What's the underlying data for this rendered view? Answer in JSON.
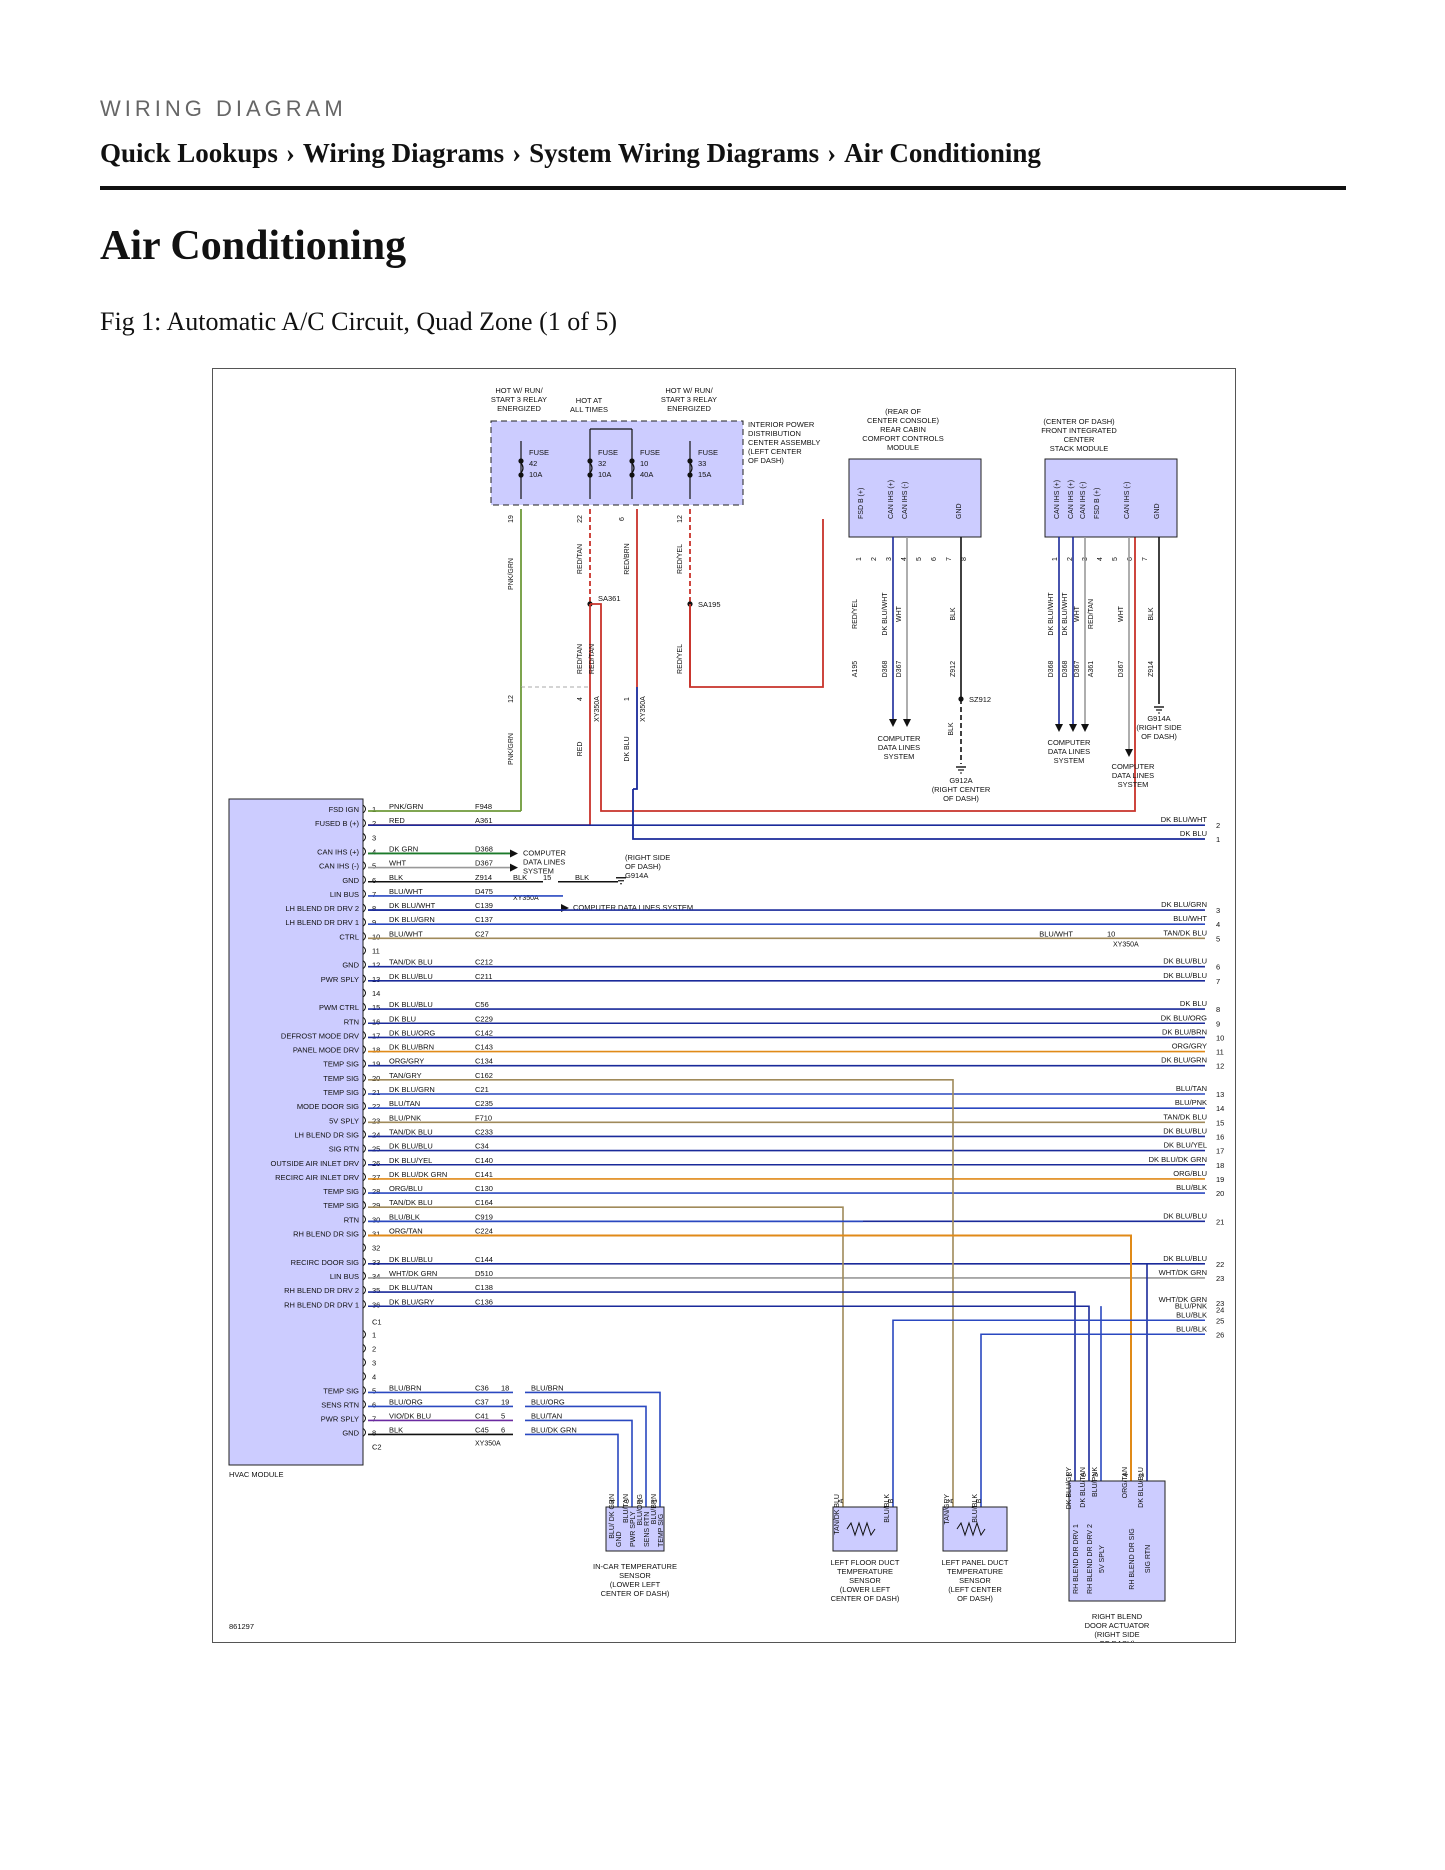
{
  "page": {
    "eyebrow": "WIRING DIAGRAM",
    "breadcrumb": [
      "Quick Lookups",
      "Wiring Diagrams",
      "System Wiring Diagrams",
      "Air Conditioning"
    ],
    "breadcrumb_separator": "›",
    "title": "Air Conditioning",
    "figure_caption": "Fig 1: Automatic A/C Circuit, Quad Zone (1 of 5)"
  },
  "diagram": {
    "figure_id": "861297",
    "power_labels": [
      "HOT W/ RUN/\nSTART 3 RELAY\nENERGIZED",
      "HOT AT\nALL TIMES",
      "HOT W/ RUN/\nSTART 3 RELAY\nENERGIZED"
    ],
    "ipdc_label": "INTERIOR POWER\nDISTRIBUTION\nCENTER ASSEMBLY\n(LEFT CENTER\nOF DASH)",
    "fuses": [
      {
        "name": "FUSE",
        "number": "42",
        "rating": "10A",
        "pin": "19"
      },
      {
        "name": "FUSE",
        "number": "32",
        "rating": "10A",
        "pin": "22"
      },
      {
        "name": "FUSE",
        "number": "10",
        "rating": "40A",
        "pin": "6"
      },
      {
        "name": "FUSE",
        "number": "33",
        "rating": "15A",
        "pin": "12"
      }
    ],
    "rear_module": {
      "label": "(REAR OF\nCENTER CONSOLE)\nREAR CABIN\nCOMFORT CONTROLS\nMODULE",
      "pins": [
        "FSD B (+)",
        "CAN IHS (+)",
        "CAN IHS (-)",
        "GND"
      ],
      "pin_numbers": [
        "1",
        "2",
        "3",
        "4",
        "5",
        "6",
        "7",
        "8"
      ],
      "wires": [
        "RED/YEL",
        "DK BLU/WHT",
        "WHT",
        "BLK"
      ],
      "circuits": [
        "A195",
        "D368",
        "D367",
        "Z912"
      ]
    },
    "front_module": {
      "label": "(CENTER OF DASH)\nFRONT INTEGRATED\nCENTER\nSTACK MODULE",
      "pins": [
        "CAN IHS (+)",
        "CAN IHS (+)",
        "CAN IHS (-)",
        "FSD B (+)",
        "CAN IHS (-)",
        "GND"
      ],
      "pin_numbers": [
        "1",
        "2",
        "3",
        "4",
        "5",
        "6",
        "7"
      ],
      "wires": [
        "DK BLU/WHT",
        "DK BLU/WHT",
        "WHT",
        "RED/TAN",
        "WHT",
        "BLK"
      ],
      "circuits": [
        "D368",
        "D368",
        "D367",
        "A361",
        "D367",
        "Z914"
      ]
    },
    "splices": [
      "SA361",
      "SA195",
      "SZ912"
    ],
    "grounds": [
      {
        "id": "G914A",
        "location": "(RIGHT SIDE\nOF DASH)"
      },
      {
        "id": "G912A",
        "location": "(RIGHT CENTER\nOF DASH)"
      }
    ],
    "cds_label": "COMPUTER\nDATA LINES\nSYSTEM",
    "cds_inline": "COMPUTER DATA LINES SYSTEM",
    "connector_id": "XY350A",
    "upper_wires": [
      "PNK/GRN",
      "RED/TAN",
      "RED/BRN",
      "RED/YEL",
      "RED/TAN",
      "RED/TAN",
      "RED/YEL",
      "PNK/GRN",
      "RED",
      "DK BLU"
    ],
    "hvac_module": {
      "label": "HVAC MODULE",
      "pins": [
        {
          "pin": "1",
          "name": "FSD IGN",
          "wire": "PNK/GRN",
          "circuit": "F948"
        },
        {
          "pin": "2",
          "name": "FUSED B (+)",
          "wire": "RED",
          "circuit": "A361"
        },
        {
          "pin": "3",
          "name": "",
          "wire": "",
          "circuit": ""
        },
        {
          "pin": "4",
          "name": "CAN IHS (+)",
          "wire": "DK GRN",
          "circuit": "D368"
        },
        {
          "pin": "5",
          "name": "CAN IHS (-)",
          "wire": "WHT",
          "circuit": "D367"
        },
        {
          "pin": "6",
          "name": "GND",
          "wire": "BLK",
          "circuit": "Z914"
        },
        {
          "pin": "7",
          "name": "LIN BUS",
          "wire": "BLU/WHT",
          "circuit": "D475"
        },
        {
          "pin": "8",
          "name": "LH BLEND DR DRV 2",
          "wire": "DK BLU/WHT",
          "circuit": "C139"
        },
        {
          "pin": "9",
          "name": "LH BLEND DR DRV 1",
          "wire": "DK BLU/GRN",
          "circuit": "C137"
        },
        {
          "pin": "10",
          "name": "CTRL",
          "wire": "BLU/WHT",
          "circuit": "C27"
        },
        {
          "pin": "11",
          "name": "",
          "wire": "",
          "circuit": ""
        },
        {
          "pin": "12",
          "name": "GND",
          "wire": "TAN/DK BLU",
          "circuit": "C212"
        },
        {
          "pin": "13",
          "name": "PWR SPLY",
          "wire": "DK BLU/BLU",
          "circuit": "C211"
        },
        {
          "pin": "14",
          "name": "",
          "wire": "",
          "circuit": ""
        },
        {
          "pin": "15",
          "name": "PWM CTRL",
          "wire": "DK BLU/BLU",
          "circuit": "C56"
        },
        {
          "pin": "16",
          "name": "RTN",
          "wire": "DK BLU",
          "circuit": "C229"
        },
        {
          "pin": "17",
          "name": "DEFROST MODE DRV",
          "wire": "DK BLU/ORG",
          "circuit": "C142"
        },
        {
          "pin": "18",
          "name": "PANEL MODE DRV",
          "wire": "DK BLU/BRN",
          "circuit": "C143"
        },
        {
          "pin": "19",
          "name": "TEMP SIG",
          "wire": "ORG/GRY",
          "circuit": "C134"
        },
        {
          "pin": "20",
          "name": "TEMP SIG",
          "wire": "TAN/GRY",
          "circuit": "C162"
        },
        {
          "pin": "21",
          "name": "TEMP SIG",
          "wire": "DK BLU/GRN",
          "circuit": "C21"
        },
        {
          "pin": "22",
          "name": "MODE DOOR SIG",
          "wire": "BLU/TAN",
          "circuit": "C235"
        },
        {
          "pin": "23",
          "name": "5V SPLY",
          "wire": "BLU/PNK",
          "circuit": "F710"
        },
        {
          "pin": "24",
          "name": "LH BLEND DR SIG",
          "wire": "TAN/DK BLU",
          "circuit": "C233"
        },
        {
          "pin": "25",
          "name": "SIG RTN",
          "wire": "DK BLU/BLU",
          "circuit": "C34"
        },
        {
          "pin": "26",
          "name": "OUTSIDE AIR INLET DRV",
          "wire": "DK BLU/YEL",
          "circuit": "C140"
        },
        {
          "pin": "27",
          "name": "RECIRC AIR INLET DRV",
          "wire": "DK BLU/DK GRN",
          "circuit": "C141"
        },
        {
          "pin": "28",
          "name": "TEMP SIG",
          "wire": "ORG/BLU",
          "circuit": "C130"
        },
        {
          "pin": "29",
          "name": "TEMP SIG",
          "wire": "TAN/DK BLU",
          "circuit": "C164"
        },
        {
          "pin": "30",
          "name": "RTN",
          "wire": "BLU/BLK",
          "circuit": "C919"
        },
        {
          "pin": "31",
          "name": "RH BLEND DR SIG",
          "wire": "ORG/TAN",
          "circuit": "C224"
        },
        {
          "pin": "32",
          "name": "",
          "wire": "",
          "circuit": ""
        },
        {
          "pin": "33",
          "name": "RECIRC DOOR SIG",
          "wire": "DK BLU/BLU",
          "circuit": "C144"
        },
        {
          "pin": "34",
          "name": "LIN BUS",
          "wire": "WHT/DK GRN",
          "circuit": "D510"
        },
        {
          "pin": "35",
          "name": "RH BLEND DR DRV 2",
          "wire": "DK BLU/TAN",
          "circuit": "C138"
        },
        {
          "pin": "36",
          "name": "RH BLEND DR DRV 1",
          "wire": "DK BLU/GRY",
          "circuit": "C136"
        }
      ],
      "c2_pins": [
        {
          "pin": "1",
          "name": "",
          "wire": "",
          "circuit": "",
          "far_pin": "",
          "far_wire": ""
        },
        {
          "pin": "2",
          "name": "",
          "wire": "",
          "circuit": "",
          "far_pin": "",
          "far_wire": ""
        },
        {
          "pin": "3",
          "name": "",
          "wire": "",
          "circuit": "",
          "far_pin": "",
          "far_wire": ""
        },
        {
          "pin": "4",
          "name": "",
          "wire": "",
          "circuit": "",
          "far_pin": "",
          "far_wire": ""
        },
        {
          "pin": "5",
          "name": "TEMP SIG",
          "wire": "BLU/BRN",
          "circuit": "C36",
          "far_pin": "18",
          "far_wire": "BLU/BRN"
        },
        {
          "pin": "6",
          "name": "SENS RTN",
          "wire": "BLU/ORG",
          "circuit": "C37",
          "far_pin": "19",
          "far_wire": "BLU/ORG"
        },
        {
          "pin": "7",
          "name": "PWR SPLY",
          "wire": "VIO/DK BLU",
          "circuit": "C41",
          "far_pin": "5",
          "far_wire": "BLU/TAN"
        },
        {
          "pin": "8",
          "name": "GND",
          "wire": "BLK",
          "circuit": "C45",
          "far_pin": "6",
          "far_wire": "BLU/DK GRN"
        }
      ]
    },
    "right_side": [
      {
        "wire": "DK BLU",
        "dest": "1"
      },
      {
        "wire": "DK BLU/WHT",
        "dest": "2"
      },
      {
        "wire": "DK BLU/GRN",
        "dest": "3"
      },
      {
        "wire": "BLU/WHT",
        "dest": "4"
      },
      {
        "wire": "TAN/DK BLU",
        "dest": "5"
      },
      {
        "wire": "DK BLU/BLU",
        "dest": "6"
      },
      {
        "wire": "DK BLU/BLU",
        "dest": "7"
      },
      {
        "wire": "DK BLU",
        "dest": "8"
      },
      {
        "wire": "DK BLU/ORG",
        "dest": "9"
      },
      {
        "wire": "DK BLU/BRN",
        "dest": "10"
      },
      {
        "wire": "ORG/GRY",
        "dest": "11"
      },
      {
        "wire": "DK BLU/GRN",
        "dest": "12"
      },
      {
        "wire": "BLU/TAN",
        "dest": "13"
      },
      {
        "wire": "BLU/PNK",
        "dest": "14"
      },
      {
        "wire": "TAN/DK BLU",
        "dest": "15"
      },
      {
        "wire": "DK BLU/BLU",
        "dest": "16"
      },
      {
        "wire": "DK BLU/YEL",
        "dest": "17"
      },
      {
        "wire": "DK BLU/DK GRN",
        "dest": "18"
      },
      {
        "wire": "ORG/BLU",
        "dest": "19"
      },
      {
        "wire": "BLU/BLK",
        "dest": "20"
      },
      {
        "wire": "DK BLU/BLU",
        "dest": "21"
      },
      {
        "wire": "DK BLU/BLU",
        "dest": "22"
      },
      {
        "wire": "WHT/DK GRN",
        "dest": "23"
      },
      {
        "wire": "BLU/PNK",
        "dest": "24"
      },
      {
        "wire": "BLU/BLK",
        "dest": "25"
      },
      {
        "wire": "BLU/BLK",
        "dest": "26"
      }
    ],
    "xy_pin_ten": {
      "wire": "BLU/WHT",
      "pin": "10"
    },
    "xy_pin_fifteen": {
      "wire": "BLK",
      "pin": "15"
    },
    "g914a_note": "(RIGHT SIDE\nOF DASH)",
    "sensors": [
      {
        "name": "IN-CAR TEMPERATURE\nSENSOR\n(LOWER LEFT\nCENTER OF DASH)",
        "pins": [
          "GND",
          "PWR SPLY",
          "SENS RTN",
          "TEMP SIG"
        ],
        "pin_numbers": [
          "4",
          "3",
          "2",
          "1"
        ],
        "wires": [
          "BLU/\nDK GRN",
          "BLU/TAN",
          "BLU/ORG",
          "BLU/BRN"
        ]
      },
      {
        "name": "LEFT FLOOR DUCT\nTEMPERATURE\nSENSOR\n(LOWER LEFT\nCENTER OF DASH)",
        "pins": [
          "A",
          "B"
        ],
        "wires": [
          "TAN/DK BLU",
          "BLU/BLK"
        ]
      },
      {
        "name": "LEFT PANEL DUCT\nTEMPERATURE\nSENSOR\n(LEFT CENTER\nOF DASH)",
        "pins": [
          "A",
          "B"
        ],
        "wires": [
          "TAN/GRY",
          "BLU/BLK"
        ]
      },
      {
        "name": "RIGHT BLEND\nDOOR ACTUATOR\n(RIGHT SIDE\nOF DASH)",
        "pins": [
          "RH BLEND DR DRV 1",
          "RH BLEND DR DRV 2",
          "5V SPLY",
          "RH BLEND DR SIG",
          "SIG RTN"
        ],
        "pin_numbers": [
          "1",
          "6",
          "3",
          "4",
          "2"
        ],
        "wires": [
          "DK BLU/GRY",
          "DK BLU/TAN",
          "BLU/PNK",
          "ORG/TAN",
          "DK BLU/BLU"
        ]
      }
    ]
  }
}
